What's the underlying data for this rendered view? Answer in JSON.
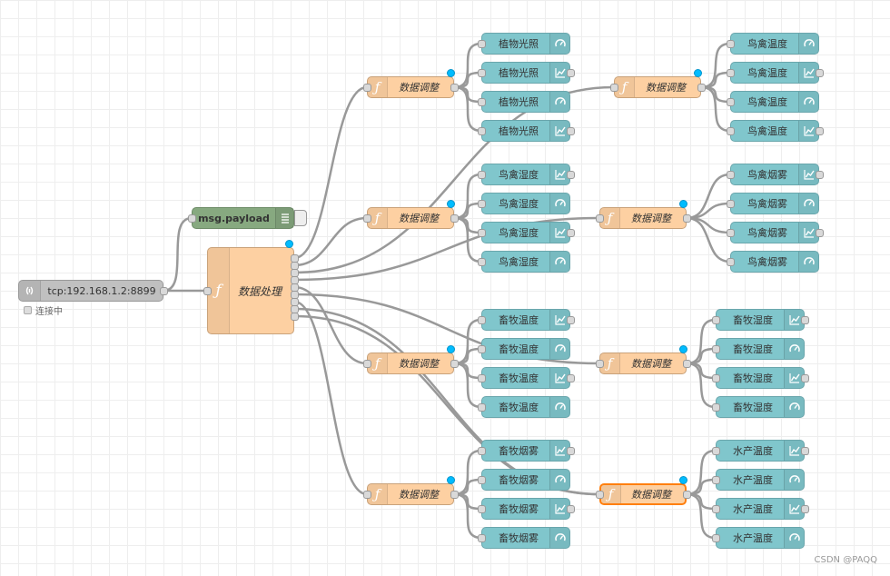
{
  "tcp_node": {
    "label": "tcp:192.168.1.2:8899",
    "status": "连接中",
    "icon": "tcp-wave-icon"
  },
  "debug_node": {
    "label": "msg.payload",
    "icon": "list-icon"
  },
  "main_function": {
    "label": "数据处理",
    "icon": "function-icon"
  },
  "function_nodes": [
    {
      "label": "数据调整",
      "icon": "function-icon"
    },
    {
      "label": "数据调整",
      "icon": "function-icon"
    },
    {
      "label": "数据调整",
      "icon": "function-icon"
    },
    {
      "label": "数据调整",
      "icon": "function-icon"
    },
    {
      "label": "数据调整",
      "icon": "function-icon"
    },
    {
      "label": "数据调整",
      "icon": "function-icon"
    },
    {
      "label": "数据调整",
      "icon": "function-icon"
    },
    {
      "label": "数据调整",
      "icon": "function-icon",
      "selected": true
    }
  ],
  "ui_nodes": [
    {
      "label": "植物光照",
      "kind": "gauge"
    },
    {
      "label": "植物光照",
      "kind": "chart"
    },
    {
      "label": "植物光照",
      "kind": "gauge"
    },
    {
      "label": "植物光照",
      "kind": "chart"
    },
    {
      "label": "鸟禽湿度",
      "kind": "chart"
    },
    {
      "label": "鸟禽湿度",
      "kind": "gauge"
    },
    {
      "label": "鸟禽湿度",
      "kind": "chart"
    },
    {
      "label": "鸟禽湿度",
      "kind": "gauge"
    },
    {
      "label": "畜牧温度",
      "kind": "chart"
    },
    {
      "label": "畜牧温度",
      "kind": "gauge"
    },
    {
      "label": "畜牧温度",
      "kind": "chart"
    },
    {
      "label": "畜牧温度",
      "kind": "gauge"
    },
    {
      "label": "畜牧烟雾",
      "kind": "chart"
    },
    {
      "label": "畜牧烟雾",
      "kind": "gauge"
    },
    {
      "label": "畜牧烟雾",
      "kind": "chart"
    },
    {
      "label": "畜牧烟雾",
      "kind": "gauge"
    },
    {
      "label": "鸟禽温度",
      "kind": "gauge"
    },
    {
      "label": "鸟禽温度",
      "kind": "chart"
    },
    {
      "label": "鸟禽温度",
      "kind": "gauge"
    },
    {
      "label": "鸟禽温度",
      "kind": "chart"
    },
    {
      "label": "鸟禽烟雾",
      "kind": "chart"
    },
    {
      "label": "鸟禽烟雾",
      "kind": "gauge"
    },
    {
      "label": "鸟禽烟雾",
      "kind": "chart"
    },
    {
      "label": "鸟禽烟雾",
      "kind": "gauge"
    },
    {
      "label": "畜牧湿度",
      "kind": "chart"
    },
    {
      "label": "畜牧湿度",
      "kind": "gauge"
    },
    {
      "label": "畜牧湿度",
      "kind": "chart"
    },
    {
      "label": "畜牧湿度",
      "kind": "gauge"
    },
    {
      "label": "水产温度",
      "kind": "chart"
    },
    {
      "label": "水产温度",
      "kind": "gauge"
    },
    {
      "label": "水产温度",
      "kind": "chart"
    },
    {
      "label": "水产温度",
      "kind": "gauge"
    }
  ],
  "watermark": "CSDN @PAQQ"
}
